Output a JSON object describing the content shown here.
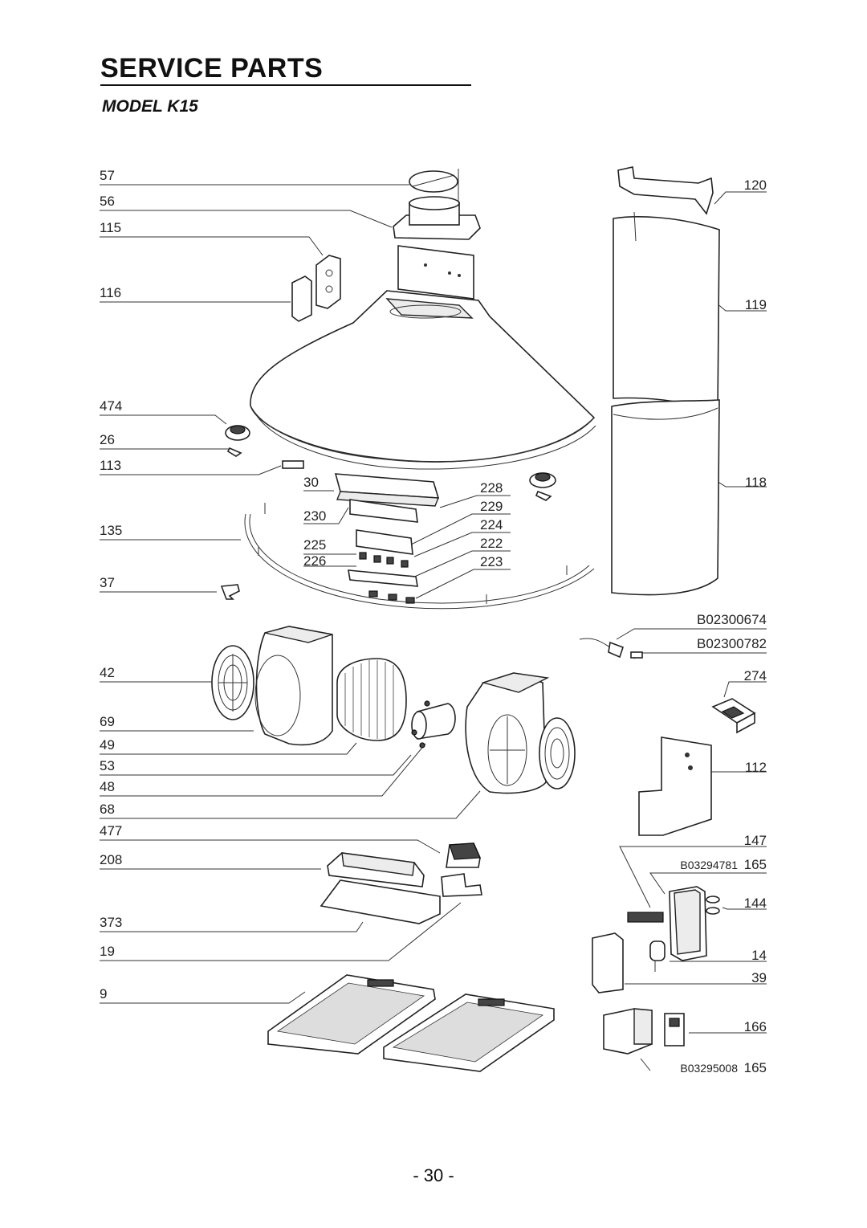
{
  "page": {
    "title": "SERVICE PARTS",
    "model": "MODEL K15",
    "page_number": "- 30 -"
  },
  "labels": {
    "p57": "57",
    "p56": "56",
    "p115": "115",
    "p116": "116",
    "p474": "474",
    "p26": "26",
    "p113": "113",
    "p30": "30",
    "p230": "230",
    "p135": "135",
    "p225": "225",
    "p226": "226",
    "p228": "228",
    "p229": "229",
    "p224": "224",
    "p222": "222",
    "p223": "223",
    "p37": "37",
    "p120": "120",
    "p119": "119",
    "p118": "118",
    "b02300674": "B02300674",
    "b02300782": "B02300782",
    "p42": "42",
    "p274": "274",
    "p69": "69",
    "p49": "49",
    "p53": "53",
    "p112": "112",
    "p48": "48",
    "p68": "68",
    "p477": "477",
    "p147": "147",
    "p208": "208",
    "b03294781": "B03294781",
    "p165a": "165",
    "p144": "144",
    "p373": "373",
    "p14": "14",
    "p19": "19",
    "p39": "39",
    "p9": "9",
    "p166": "166",
    "b03295008": "B03295008",
    "p165b": "165"
  }
}
